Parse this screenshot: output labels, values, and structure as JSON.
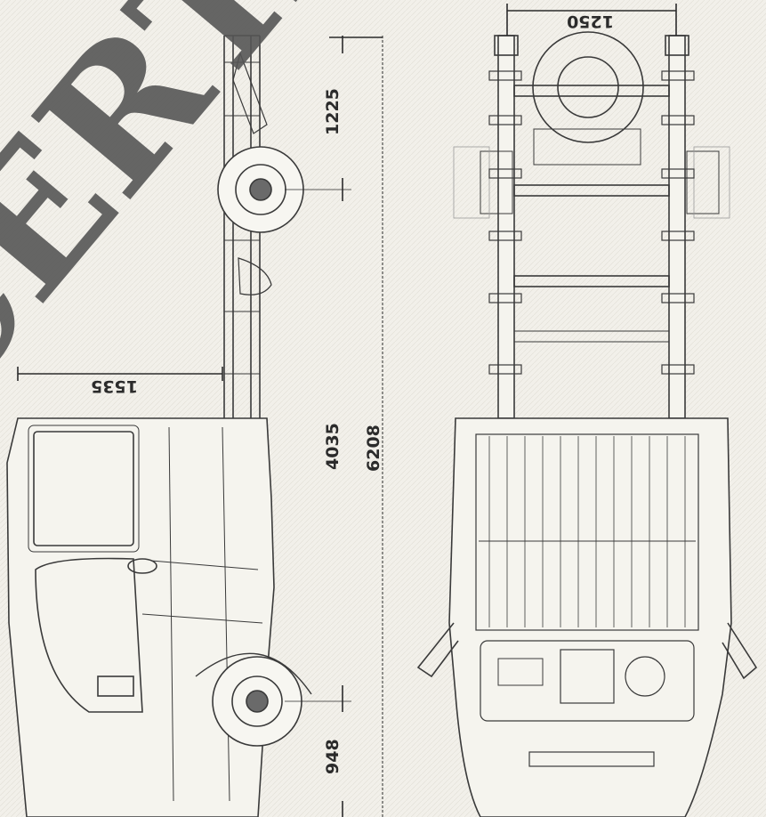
{
  "drawing": {
    "paper_color": "#f2f0ea",
    "line_color": "#3a3a3a",
    "watermark": {
      "text": "CERTA",
      "color": "#555555"
    }
  },
  "dimensions": {
    "rear_overhang": "1225",
    "wheelbase": "4035",
    "total_length": "6208",
    "front_overhang": "948",
    "cab_to_axle": "1535",
    "track_width": "1250"
  }
}
